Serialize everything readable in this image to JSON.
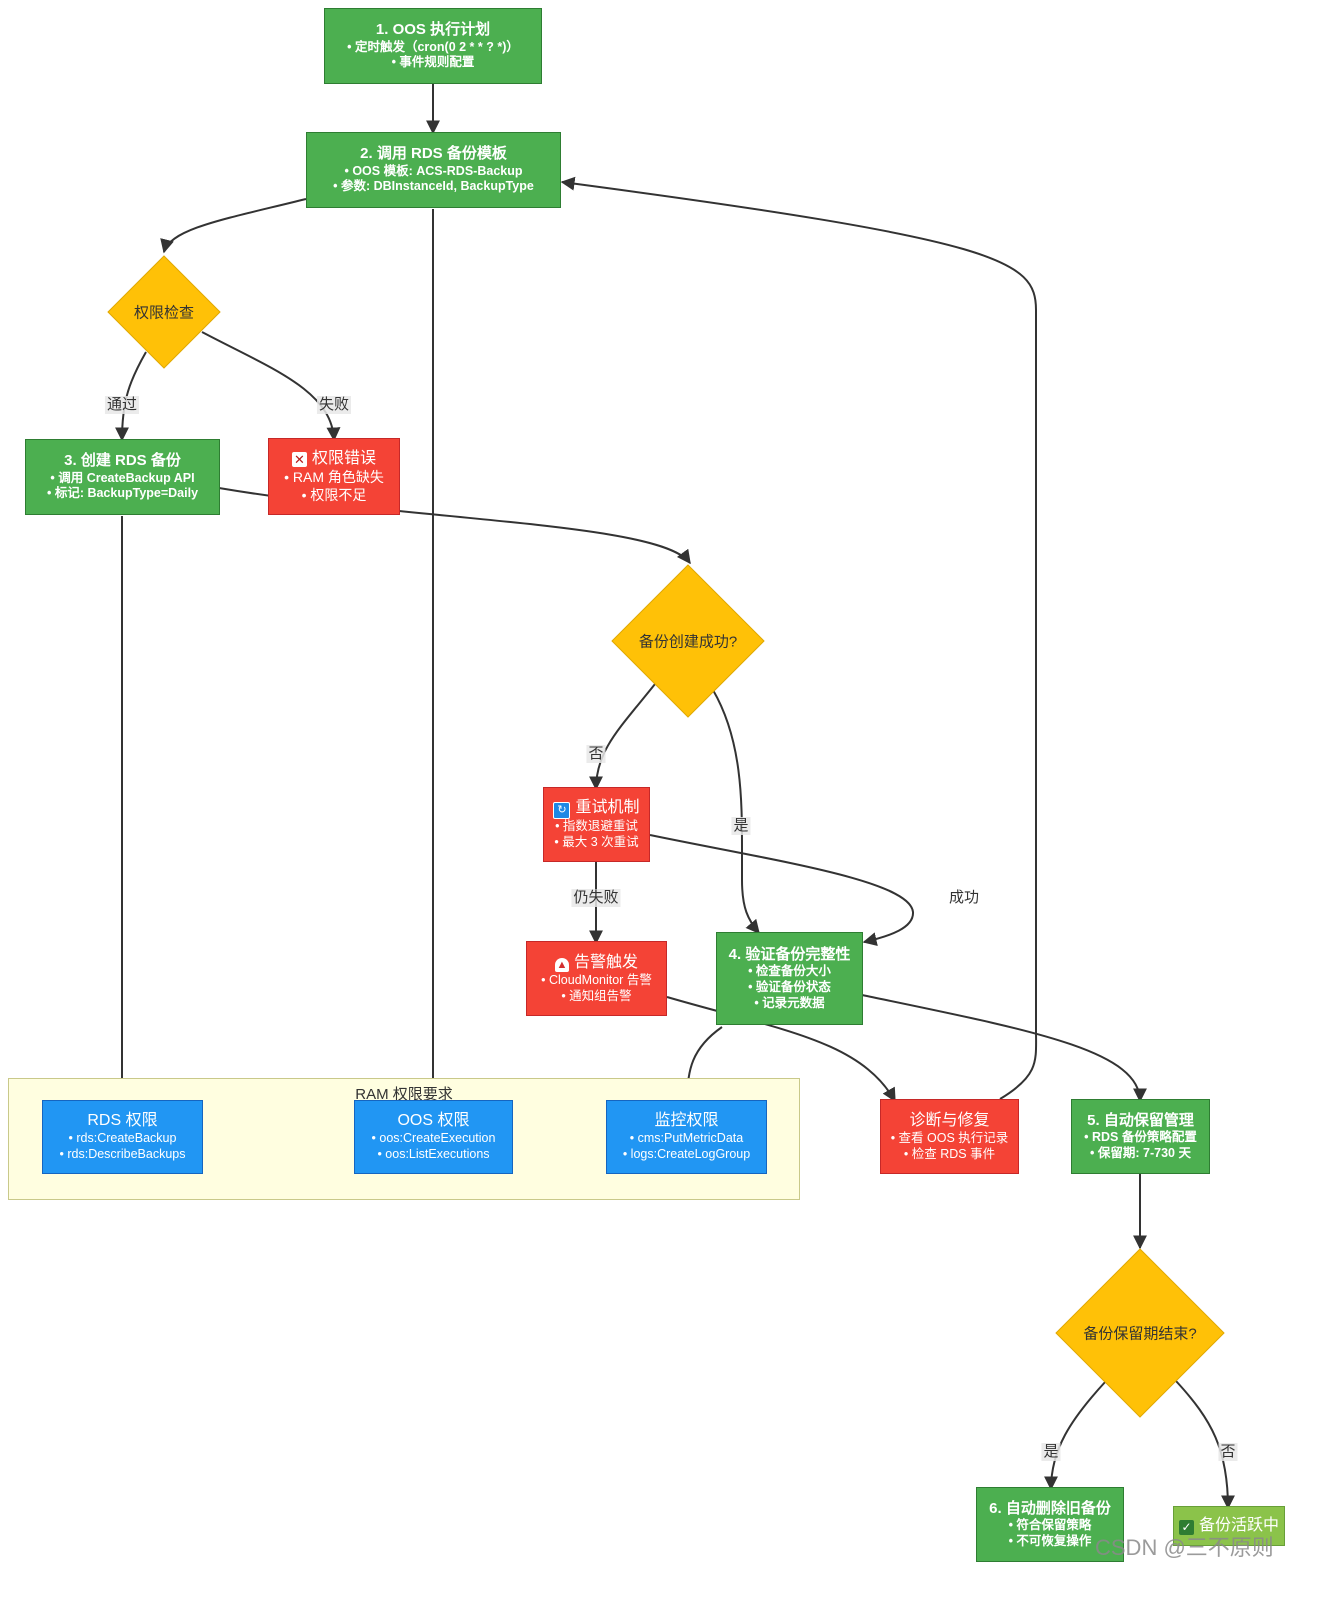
{
  "nodes": {
    "n1": {
      "title": "1. OOS 执行计划",
      "lines": [
        "• 定时触发（cron(0 2 * * ? *)）",
        "• 事件规则配置"
      ]
    },
    "n2": {
      "title": "2. 调用 RDS 备份模板",
      "lines": [
        "• OOS 模板: ACS-RDS-Backup",
        "• 参数: DBInstanceId, BackupType"
      ]
    },
    "n3": {
      "title": "3. 创建 RDS 备份",
      "lines": [
        "• 调用 CreateBackup API",
        "• 标记: BackupType=Daily"
      ]
    },
    "perm_error": {
      "icon": "cross-mark-icon",
      "title": "权限错误",
      "lines": [
        "• RAM 角色缺失",
        "• 权限不足"
      ]
    },
    "retry": {
      "icon": "refresh-icon",
      "title": "重试机制",
      "lines": [
        "• 指数退避重试",
        "• 最大 3 次重试"
      ]
    },
    "alert": {
      "icon": "siren-icon",
      "title": "告警触发",
      "lines": [
        "• CloudMonitor 告警",
        "• 通知组告警"
      ]
    },
    "n4": {
      "title": "4. 验证备份完整性",
      "lines": [
        "• 检查备份大小",
        "• 验证备份状态",
        "• 记录元数据"
      ]
    },
    "diagnose": {
      "title": "诊断与修复",
      "lines": [
        "• 查看 OOS 执行记录",
        "• 检查 RDS 事件"
      ]
    },
    "n5": {
      "title": "5. 自动保留管理",
      "lines": [
        "• RDS 备份策略配置",
        "• 保留期: 7-730 天"
      ]
    },
    "n6": {
      "title": "6. 自动删除旧备份",
      "lines": [
        "• 符合保留策略",
        "• 不可恢复操作"
      ]
    },
    "active": {
      "icon": "check-mark-icon",
      "title": "备份活跃中"
    },
    "rds_perm": {
      "title": "RDS 权限",
      "lines": [
        "• rds:CreateBackup",
        "• rds:DescribeBackups"
      ]
    },
    "oos_perm": {
      "title": "OOS 权限",
      "lines": [
        "• oos:CreateExecution",
        "• oos:ListExecutions"
      ]
    },
    "mon_perm": {
      "title": "监控权限",
      "lines": [
        "• cms:PutMetricData",
        "• logs:CreateLogGroup"
      ]
    }
  },
  "decisions": {
    "perm_check": "权限检查",
    "backup_ok": "备份创建成功?",
    "retention_end": "备份保留期结束?"
  },
  "edge_labels": {
    "pass": "通过",
    "fail": "失败",
    "no1": "否",
    "yes1": "是",
    "still_fail": "仍失败",
    "success": "成功",
    "yes2": "是",
    "no2": "否"
  },
  "cluster": {
    "title": "RAM 权限要求"
  },
  "watermark": "CSDN @三不原则",
  "colors": {
    "step": "#4caf50",
    "error": "#f44336",
    "permission": "#2196f3",
    "decision": "#ffc107",
    "cluster_bg": "#fffee0",
    "edge": "#333333"
  }
}
